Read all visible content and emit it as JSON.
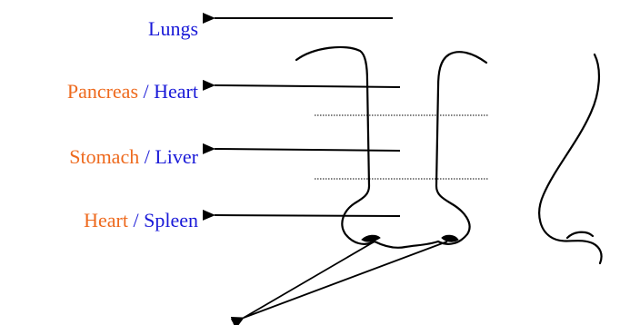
{
  "labels": {
    "row1": {
      "blue": "Lungs"
    },
    "row2": {
      "orange": "Pancreas",
      "sep": " / ",
      "blue": "Heart"
    },
    "row3": {
      "orange": "Stomach",
      "sep": " / ",
      "blue": "Liver"
    },
    "row4": {
      "orange": "Heart",
      "sep": " / ",
      "blue": "Spleen"
    }
  },
  "colors": {
    "blue": "#1a1ad8",
    "orange": "#ee6a1e",
    "line": "#000000"
  }
}
